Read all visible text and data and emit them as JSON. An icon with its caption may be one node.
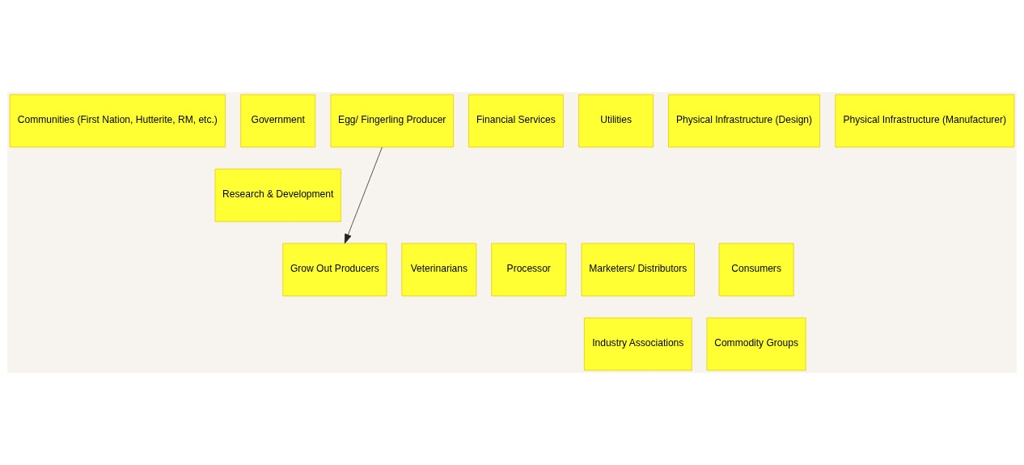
{
  "diagram": {
    "nodes": [
      {
        "text": [
          "Communities (First Nation, Hutterite, RM, etc.)"
        ]
      },
      {
        "text": [
          "Government"
        ]
      },
      {
        "text": [
          "Research & Development"
        ]
      },
      {
        "text": [
          "Financial Services"
        ]
      },
      {
        "text": [
          "Utilities"
        ]
      },
      {
        "text": [
          "Physical Infrastructure (Design)"
        ]
      },
      {
        "text": [
          "Physical Infrastructure (Manufacturer)"
        ]
      },
      {
        "text": [
          "Egg/ Fingerling Producer"
        ]
      },
      {
        "text": [
          "Grow Out Producers"
        ]
      },
      {
        "text": [
          "Veterinarians"
        ]
      },
      {
        "text": [
          "Processor"
        ]
      },
      {
        "text": [
          "Marketers/ Distributors"
        ]
      },
      {
        "text": [
          "Industry Associations"
        ]
      },
      {
        "text": [
          "Consumers"
        ]
      },
      {
        "text": [
          "Commodity Groups"
        ]
      }
    ],
    "edges": [
      {
        "from": 7,
        "to": 8,
        "arrow": "to"
      }
    ]
  }
}
